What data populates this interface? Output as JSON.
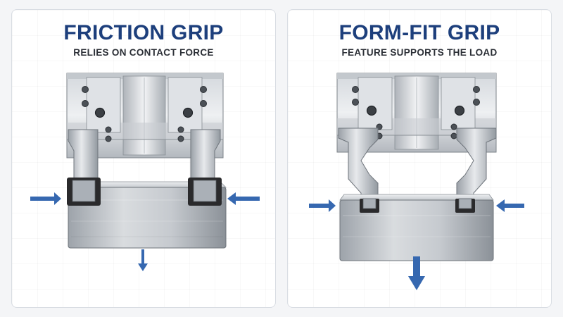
{
  "colors": {
    "title": "#1d3f7c",
    "arrow": "#3668b0",
    "steel_light": "#e2e5e9",
    "steel_dark": "#8f959c",
    "rubber": "#2a2a2c"
  },
  "panels": [
    {
      "title": "FRICTION GRIP",
      "subtitle": "RELIES ON CONTACT FORCE"
    },
    {
      "title": "FORM-FIT GRIP",
      "subtitle": "FEATURE SUPPORTS THE LOAD"
    }
  ]
}
